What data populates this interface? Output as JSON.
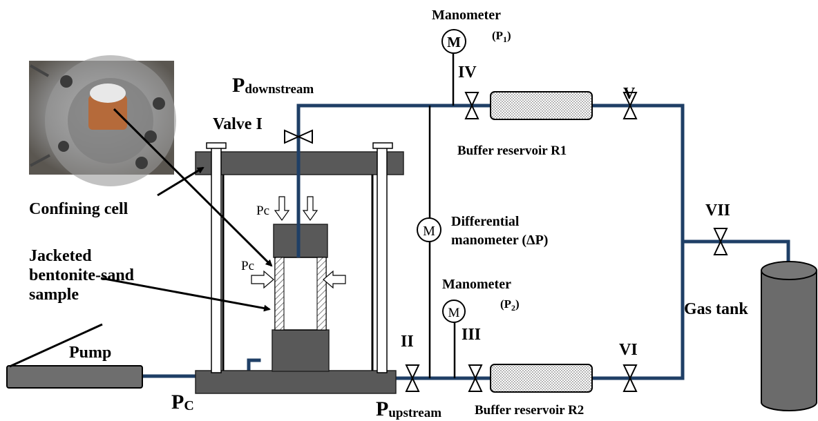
{
  "labels": {
    "manometer_top": "Manometer",
    "p1": "(P",
    "p1_sub": "1",
    "p1_close": ")",
    "p_downstream_main": "P",
    "p_downstream_sub": "downstream",
    "valve_i": "Valve I",
    "valve_iv": "IV",
    "valve_v": "V",
    "buffer_r1": "Buffer reservoir  R1",
    "confining_cell": "Confining cell",
    "jacketed_line1": "Jacketed",
    "jacketed_line2": "bentonite-sand",
    "jacketed_line3": "sample",
    "pc_top": "Pc",
    "pc_side": "Pc",
    "differential_line1": "Differential",
    "differential_line2": "manometer (ΔP)",
    "valve_vii": "VII",
    "manometer_bottom": "Manometer",
    "p2": "(P",
    "p2_sub": "2",
    "p2_close": ")",
    "gas_tank": "Gas tank",
    "valve_ii": "II",
    "valve_iii": "III",
    "valve_vi": "VI",
    "pump": "Pump",
    "pc_bottom_main": "P",
    "pc_bottom_sub": "C",
    "p_upstream_main": "P",
    "p_upstream_sub": "upstream",
    "buffer_r2": "Buffer reservoir  R2",
    "m_symbol": "M"
  },
  "colors": {
    "pipe": "#1f3f66",
    "cell": "#595959",
    "tank": "#6b6b6b",
    "pump": "#6e6e6e"
  }
}
